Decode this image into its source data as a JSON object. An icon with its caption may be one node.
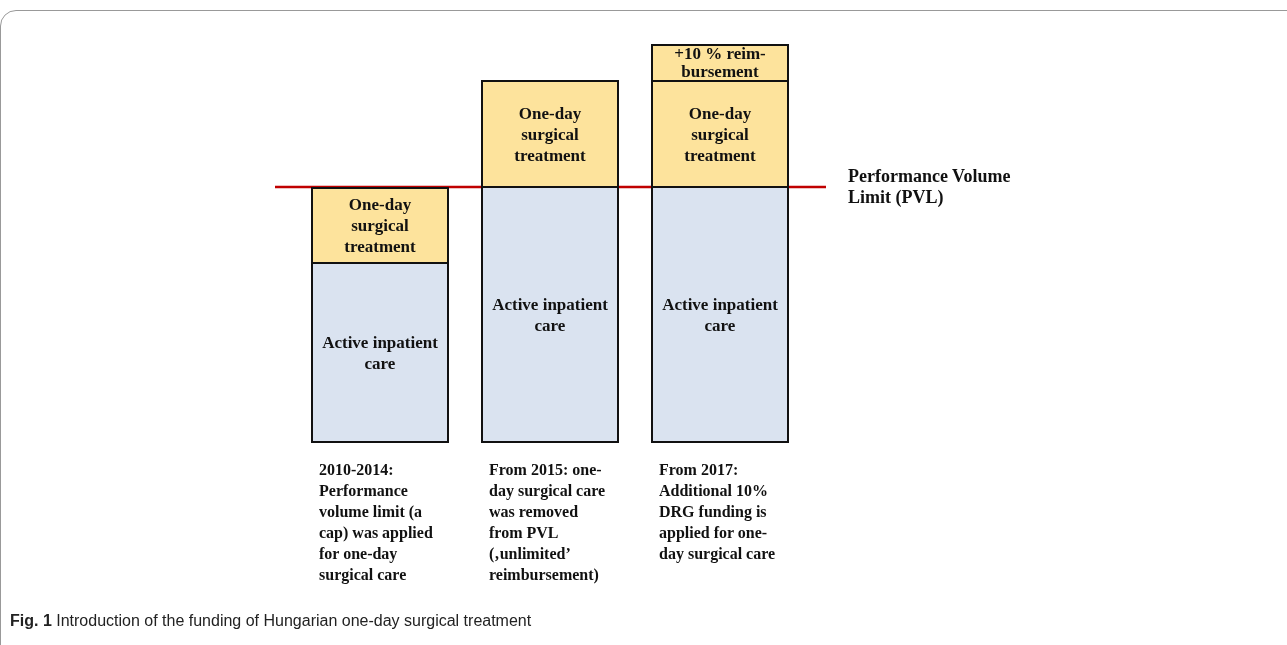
{
  "diagram": {
    "caption": "**Fig. 1** Introduction of the funding of Hungarian one-day surgical treatment",
    "nodes": [
      {
        "text": [
          "One-day surgical treatment"
        ]
      },
      {
        "text": [
          "Active inpatient care"
        ]
      },
      {
        "text": [
          "One-day surgical treatment"
        ]
      },
      {
        "text": [
          "Active inpatient care"
        ]
      },
      {
        "text": [
          "+10 % reim-bursement"
        ]
      },
      {
        "text": [
          "One-day surgical treatment"
        ]
      },
      {
        "text": [
          "Active inpatient care"
        ]
      }
    ],
    "edges": [],
    "labels": [
      "Performance Volume Limit (PVL)",
      "2010-2014: Performance volume limit (a cap) was applied for one-day surgical care",
      "From 2015: one-day surgical care was removed from PVL (‚unlimited’ reimbursement)",
      "From 2017: Additional 10% DRG funding is applied for one-day surgical care"
    ]
  }
}
